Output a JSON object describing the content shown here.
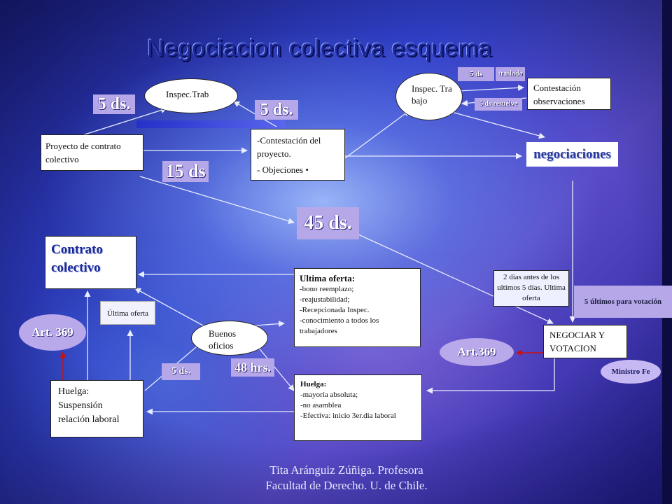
{
  "title": "Negociacion colectiva esquema",
  "boxes": {
    "proyecto": "Proyecto de contrato colectivo",
    "inspec_trab_1": "Inspec.Trab",
    "contestacion_proyecto_line1": "-Contestación del proyecto.",
    "contestacion_proyecto_line2": "- Objeciones",
    "inspec_trab_2": "Inspec. Trabajo",
    "contestacion_obs": "Contestación observaciones",
    "negociaciones": "negociaciones",
    "contrato_colectivo": "Contrato colectivo",
    "ultima_oferta_title": "Ultima oferta:",
    "ultima_oferta_items": [
      "-bono reemplazo;",
      "-reajustabilidad;",
      "-Recepcionada Inspec.",
      "-conocimiento a todos los trabajadores"
    ],
    "dos_dias": "2 dias antes de los ultimos 5 dias. Ultima oferta",
    "cinco_ultimos": "5 últimos para votación",
    "negociar_votacion": "NEGOCIAR Y VOTACION",
    "ultima_oferta_label": "Última oferta",
    "buenos_oficios": "Buenos oficios",
    "huelga_suspension": "Huelga: Suspensión relación laboral",
    "huelga_title": "Huelga:",
    "huelga_items": [
      "-mayoría absoluta;",
      "-no asamblea",
      "-Efectiva: inicio 3er.dia laboral"
    ],
    "ministro_fe": "Ministro Fe"
  },
  "labels": {
    "five_ds_1": "5 ds.",
    "five_ds_2": "5 ds.",
    "fifteen_ds": "15 ds",
    "fortyfive_ds": "45 ds.",
    "small_5ds": "5 ds",
    "traslado": "traslado",
    "five_ds_resuelve": "5 ds resuelve",
    "art_369_a": "Art. 369",
    "art_369_b": "Art.369",
    "five_ds_small": "5 ds.",
    "fortyeight_hrs": "48 hrs."
  },
  "footer": {
    "line1": "Tita Aránguiz Zúñiga. Profesora",
    "line2": "Facultad de Derecho. U. de Chile."
  },
  "colors": {
    "background": "#3040c8",
    "lavender": "#b6a8e8",
    "title": "#1e2a9a",
    "art_arrow": "#cc1010"
  }
}
